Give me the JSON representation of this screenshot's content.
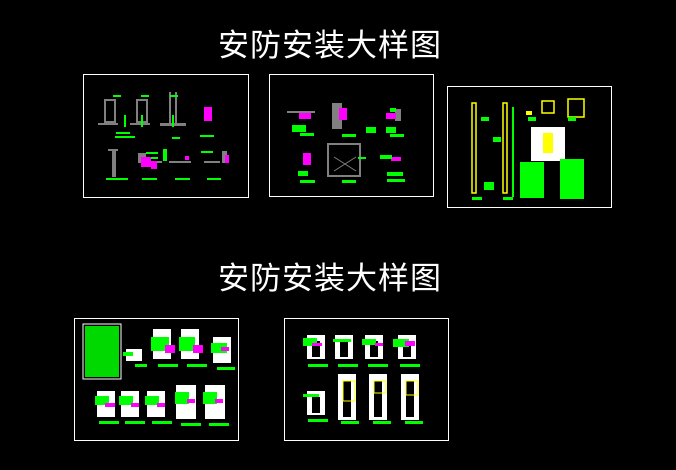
{
  "canvas": {
    "background": "#000000"
  },
  "sections": [
    {
      "title": "安防安装大样图",
      "sheets": [
        "sheet-1",
        "sheet-2",
        "sheet-3"
      ]
    },
    {
      "title": "安防安装大样图",
      "sheets": [
        "sheet-4",
        "sheet-5"
      ]
    }
  ],
  "colors": {
    "frame": "#ffffff",
    "green": "#00ff00",
    "magenta": "#ff00ff",
    "gray": "#808080",
    "yellow": "#ffff00",
    "white": "#ffffff"
  }
}
